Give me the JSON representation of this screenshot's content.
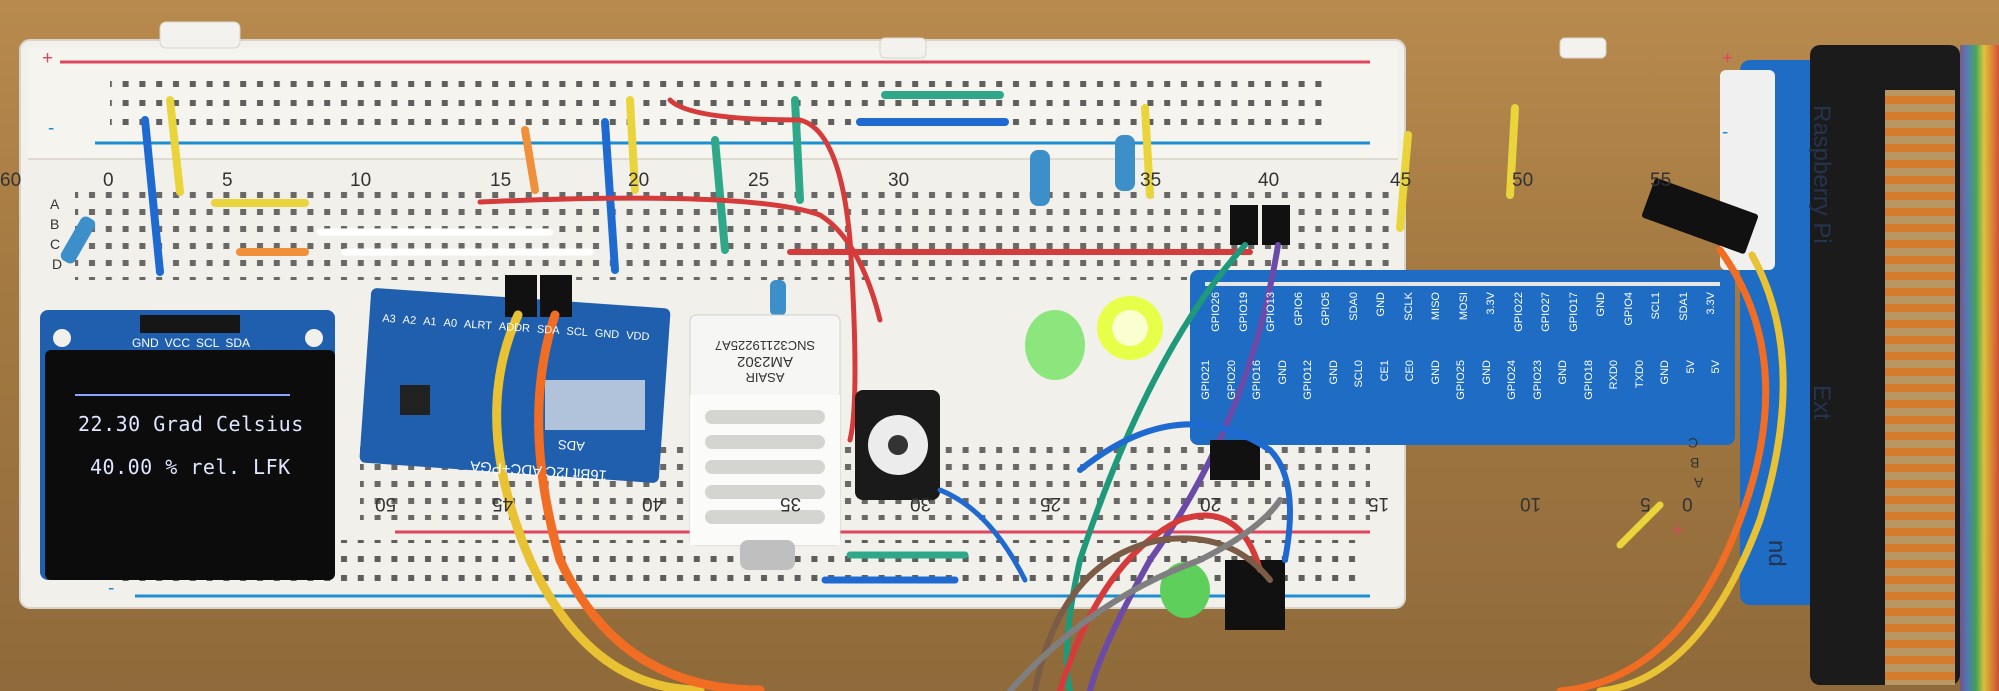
{
  "oled": {
    "line1": "22.30 Grad Celsius",
    "line2": "40.00 % rel. LFK",
    "header_pins": [
      "GND",
      "VCC",
      "SCL",
      "SDA"
    ]
  },
  "adc_board": {
    "label": "16Bit I2C ADC+PGA",
    "sub": "ADS",
    "pins": [
      "A3",
      "A2",
      "A1",
      "A0",
      "ALRT",
      "ADDR",
      "SDA",
      "SCL",
      "GND",
      "VDD"
    ]
  },
  "sensor": {
    "brand": "ASAIR",
    "model": "AM2302",
    "serial": "SNC32119225A7"
  },
  "gpio_board": {
    "top_row": [
      "GPIO26",
      "GPIO19",
      "GPIO13",
      "GPIO6",
      "GPIO5",
      "SDA0",
      "GND",
      "SCLK",
      "MISO",
      "MOSI",
      "3.3V",
      "GPIO22",
      "GPIO27",
      "GPIO17",
      "GND",
      "GPIO4",
      "SCL1",
      "SDA1",
      "3.3V"
    ],
    "bottom_row": [
      "GPIO21",
      "GPIO20",
      "GPIO16",
      "GND",
      "GPIO12",
      "GND",
      "SCL0",
      "CE1",
      "CE0",
      "GND",
      "GPIO25",
      "GND",
      "GPIO24",
      "GPIO23",
      "GND",
      "GPIO18",
      "RXD0",
      "TXD0",
      "GND",
      "5V",
      "5V"
    ],
    "side_label": "Raspberry Pi",
    "side_label_2": "Ext",
    "side_label_3": "nd"
  },
  "breadboard": {
    "upper_columns": [
      "0",
      "5",
      "10",
      "15",
      "20",
      "25",
      "30",
      "35",
      "40",
      "45",
      "50",
      "55",
      "60"
    ],
    "upper_rows": [
      "A",
      "B",
      "C",
      "D"
    ],
    "lower_columns": [
      "50",
      "45",
      "40",
      "35",
      "30",
      "25",
      "20",
      "15",
      "10",
      "5",
      "0"
    ],
    "lower_rows": [
      "C",
      "B",
      "A"
    ],
    "plus": "+",
    "minus": "-"
  },
  "colors": {
    "rail_red": "#e0455e",
    "rail_blue": "#1b8fd0",
    "pcb_blue": "#1f5fae",
    "led_green": "#7be36a",
    "led_bright": "#e8ff4a"
  }
}
